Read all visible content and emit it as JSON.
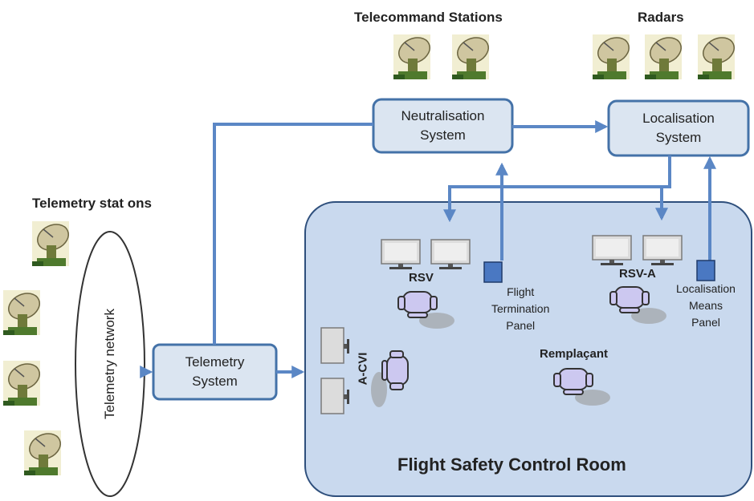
{
  "headings": {
    "telecommand": "Telecommand Stations",
    "radars": "Radars",
    "telemetry_stations": "Telemetry stat ons"
  },
  "systems": {
    "neutralisation": "Neutralisation\nSystem",
    "localisation": "Localisation\nSystem",
    "telemetry": "Telemetry\nSystem",
    "network": "Telemetry network"
  },
  "room": {
    "title": "Flight Safety Control Room",
    "rsv": "RSV",
    "rsv_a": "RSV-A",
    "acvi": "A-CVI",
    "remplacant": "Remplaçant",
    "flight_panel": "Flight\nTermination\nPanel",
    "loc_panel": "Localisation\nMeans\nPanel"
  },
  "colors": {
    "arrow": "#5b87c5",
    "box_fill": "#dbe5f1",
    "box_stroke": "#4472a8",
    "room_fill": "#c9d9ee",
    "room_stroke": "#2e4f7c",
    "panel": "#4a78c2"
  }
}
